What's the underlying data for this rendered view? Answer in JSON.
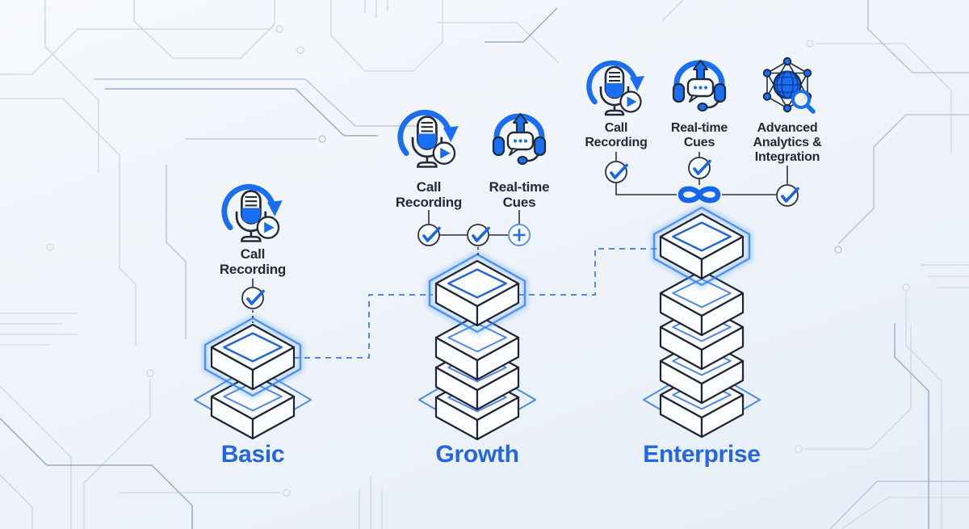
{
  "colors": {
    "background_start": "#f6f9fd",
    "background_end": "#e7eef7",
    "accent_blue": "#1a6ef2",
    "soft_blue": "#4f8ce8",
    "outline_dark": "#1d2433",
    "tier_label_color": "#2366de",
    "feature_label_color": "#222938",
    "trace_light": "#d2dce8",
    "trace_mid": "#bac9dc",
    "trace_dark": "#94adcc"
  },
  "tiers": [
    {
      "id": "basic",
      "label": "Basic",
      "stack_levels": 2,
      "features": [
        {
          "icon": "call-recording-icon",
          "label": "Call Recording"
        }
      ],
      "connector_nodes": [
        "check"
      ]
    },
    {
      "id": "growth",
      "label": "Growth",
      "stack_levels": 4,
      "features": [
        {
          "icon": "call-recording-icon",
          "label": "Call Recording"
        },
        {
          "icon": "real-time-cues-icon",
          "label": "Real-time Cues"
        }
      ],
      "connector_nodes": [
        "check",
        "check",
        "plus"
      ]
    },
    {
      "id": "enterprise",
      "label": "Enterprise",
      "stack_levels": 5,
      "features": [
        {
          "icon": "call-recording-icon",
          "label": "Call Recording"
        },
        {
          "icon": "real-time-cues-icon",
          "label": "Real-time Cues"
        },
        {
          "icon": "advanced-analytics-icon",
          "label": "Advanced Analytics & Integration"
        }
      ],
      "connector_nodes": [
        "check",
        "infinity",
        "check"
      ]
    }
  ]
}
